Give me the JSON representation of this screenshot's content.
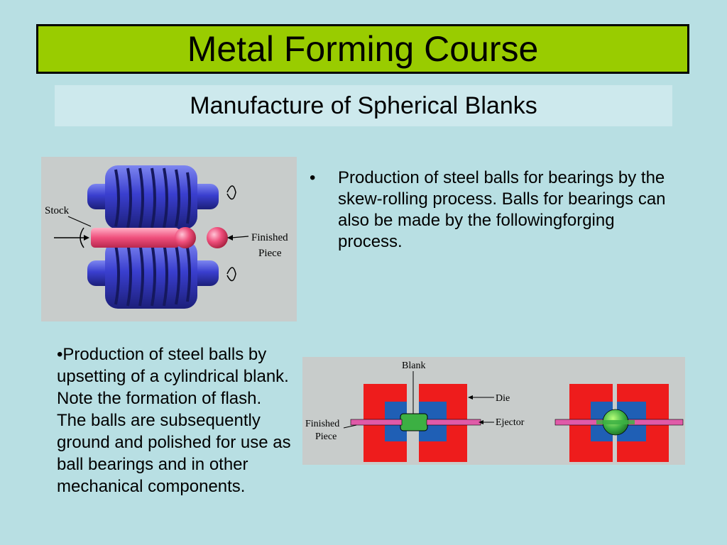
{
  "slide": {
    "title": "Metal Forming Course",
    "subtitle": "Manufacture of Spherical Blanks"
  },
  "bullets": {
    "right_marker": "•",
    "right_text": "Production of steel balls for bearings by the skew-rolling process. Balls for bearings can also be made by the followingforging process.",
    "left_text": "•Production of steel balls by upsetting of a cylindrical blank. Note the formation of flash. The balls are subsequently ground and polished for use as ball bearings and in other mechanical components."
  },
  "figure_rolling": {
    "stock_label": "Stock",
    "finished_line1": "Finished",
    "finished_line2": "Piece"
  },
  "figure_forging": {
    "blank_label": "Blank",
    "die_label": "Die",
    "ejector_label": "Ejector",
    "finished_line1": "Finished",
    "finished_line2": "Piece"
  },
  "colors": {
    "title_bg": "#99cc00",
    "subtitle_bg": "#cde9ed",
    "slide_bg": "#b8dfe3",
    "roller_blue": "#3a3fcf",
    "die_red": "#ee1c1c",
    "ejector_pink": "#e05aa8",
    "blank_green": "#3cb043"
  }
}
